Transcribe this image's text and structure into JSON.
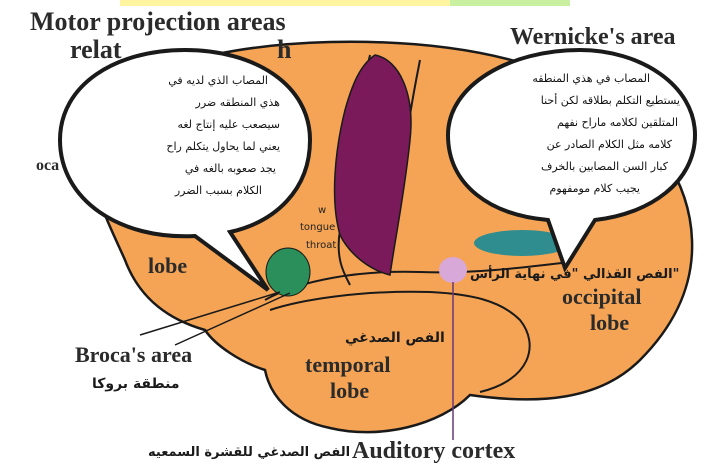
{
  "top_label_left_1": "Motor projection areas",
  "top_label_left_2": "relat",
  "top_label_left_2b": "h",
  "top_label_right": "Wernicke's area",
  "cut_left": "oca",
  "left_bubble_lines": [
    "المصاب الذي لديه في",
    "هذي المنطقه ضرر",
    "سيصعب عليه إنتاج لغه",
    "يعني لما يحاول يتكلم راح",
    "يجد صعوبه بالغه في",
    "الكلام بسبب الضرر"
  ],
  "right_bubble_lines": [
    "المصاب في هذي المنطقه",
    "يستطيع التكلم بطلاقه لكن أحنا",
    "المتلقين لكلامه ماراح نفهم",
    "كلامه مثل الكلام الصادر عن",
    "كبار السن المصابين بالخرف",
    "يجيب كلام مومفهوم"
  ],
  "motor_labels": {
    "tongue": "tongue",
    "throat": "throat",
    "w": "w"
  },
  "frontal_lobe_fragment": "lobe",
  "brocas_area": "Broca's area",
  "brocas_area_ar": "منطقة بروكا",
  "temporal_ar": "الفص الصدغي",
  "temporal_1": "temporal",
  "temporal_2": "lobe",
  "parietal_ar": "الفص القذالي \"في نهاية الرأس\"",
  "occipital_1": "occipital",
  "occipital_2": "lobe",
  "auditory_ar": "الفص الصدغي للقشرة السمعيه",
  "auditory_en": "Auditory cortex",
  "colors": {
    "brain": "#f5a455",
    "outline": "#1a1a1a",
    "motor_strip": "#7a1a5a",
    "broca": "#2a8f5a",
    "wernicke": "#2f8c8f",
    "auditory": "#d8a8d8",
    "highlight_green": "#c8f0a0",
    "highlight_yellow": "#fff4a0"
  }
}
